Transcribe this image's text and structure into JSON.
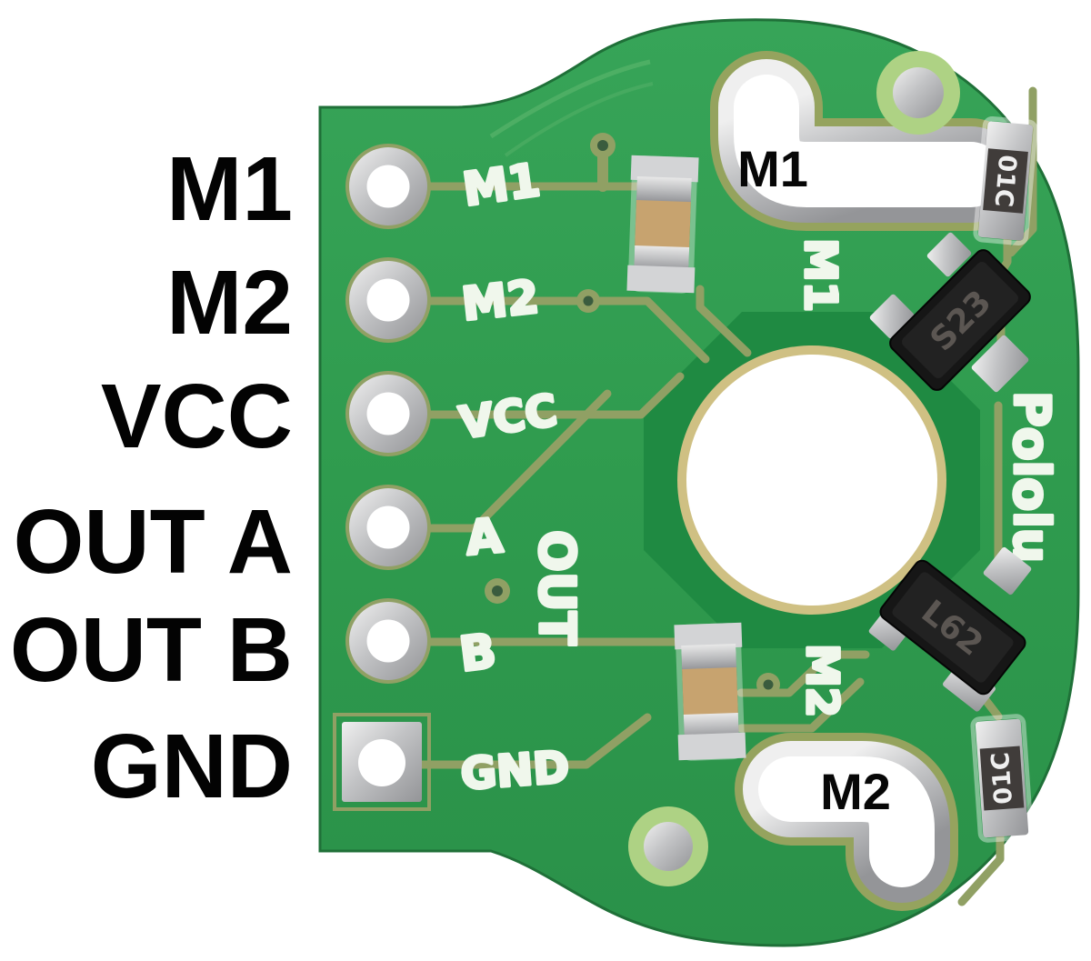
{
  "annotations": {
    "left_labels": [
      "M1",
      "M2",
      "VCC",
      "OUT A",
      "OUT B",
      "GND"
    ],
    "pad_label_m1": "M1",
    "pad_label_m2": "M2"
  },
  "silkscreen": {
    "m1": "M1",
    "m2": "M2",
    "vcc": "VCC",
    "a": "A",
    "b": "B",
    "gnd": "GND",
    "out": "OUT",
    "m1_vertical": "M1",
    "m2_vertical": "M2",
    "brand": "Pololu"
  },
  "components": {
    "resistor_top_marking": "01C",
    "resistor_bottom_marking": "01C",
    "transistor_top_marking": "S23",
    "transistor_bottom_marking": "L62"
  },
  "colors": {
    "board_green": "#2f9b4e",
    "board_green_dark": "#1f8a42",
    "trace_olive": "#90a064",
    "bare_ring_tan": "#cfc083",
    "silkscreen_white": "#f0f7ec",
    "pad_silver": "#c2c3c5",
    "capacitor_tan": "#c7a36f",
    "annotation_black": "#000000"
  }
}
